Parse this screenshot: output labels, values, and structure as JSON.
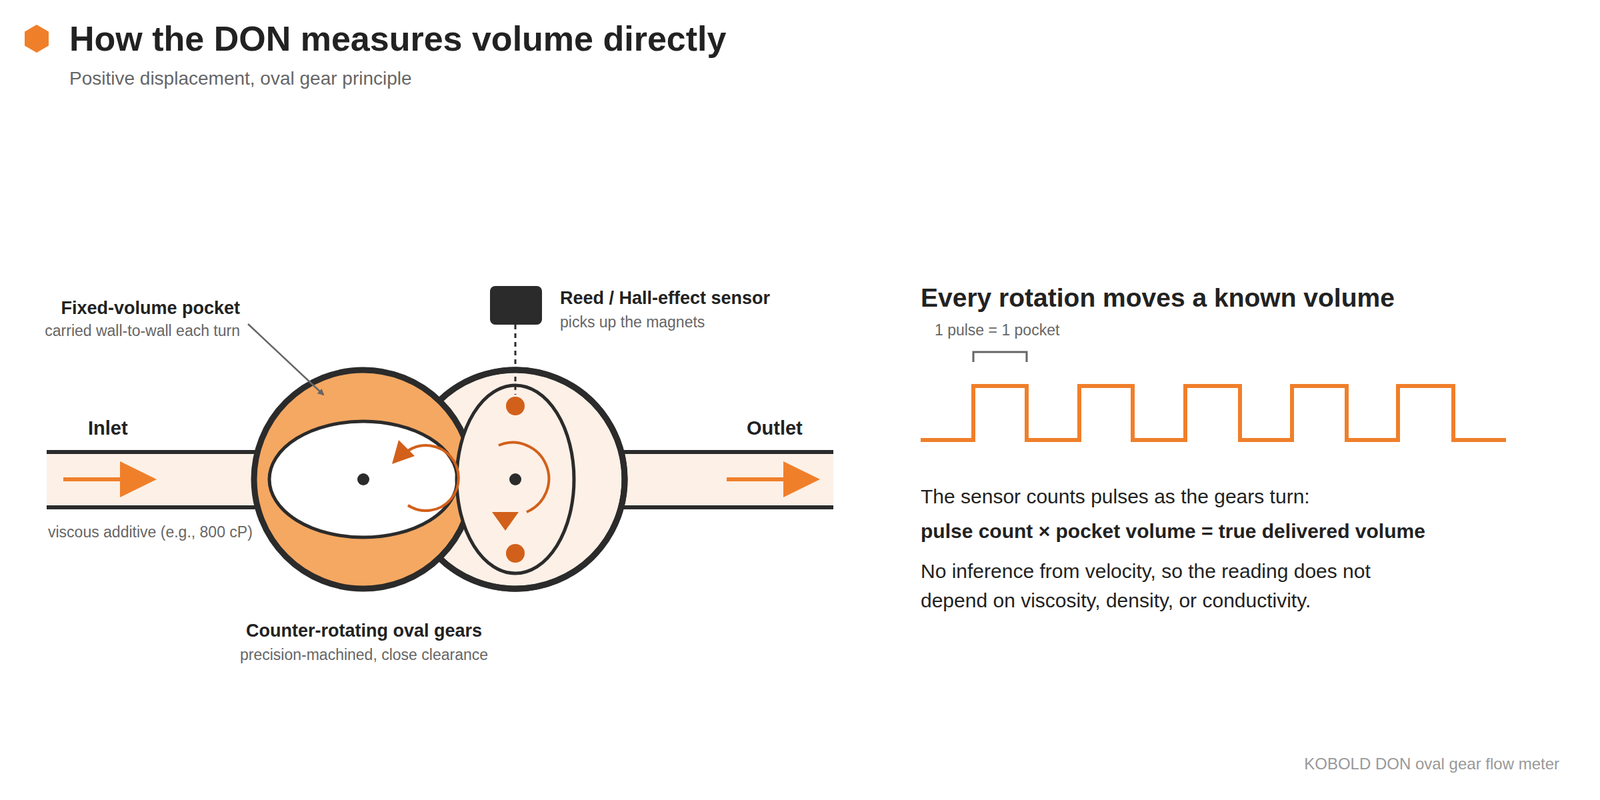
{
  "diagram": {
    "title": "How the DON measures volume directly",
    "labels": [
      "Positive displacement, oval gear principle",
      "Fixed-volume pocket",
      "carried wall-to-wall each turn",
      "Reed / Hall-effect sensor",
      "picks up the magnets",
      "Inlet",
      "Outlet",
      "viscous additive (e.g., 800 cP)",
      "Counter-rotating oval gears",
      "precision-machined, close clearance",
      "Every rotation moves a known volume",
      "1 pulse = 1 pocket",
      "The sensor counts pulses as the gears turn:",
      "pulse count × pocket volume = true delivered volume",
      "No inference from velocity, so the reading does not depend on viscosity, density, or conductivity.",
      "KOBOLD DON oval gear flow meter"
    ]
  }
}
